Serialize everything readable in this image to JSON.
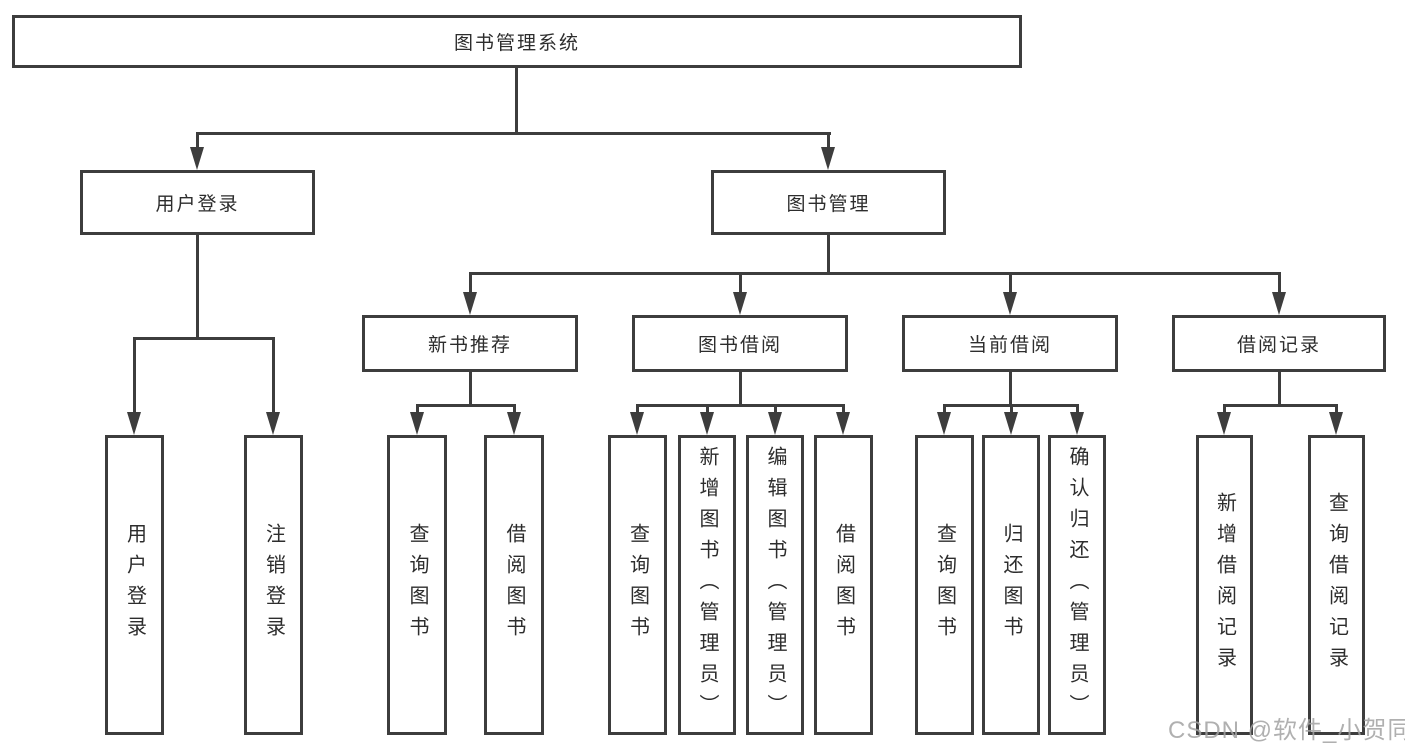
{
  "diagram_title": "图书管理系统",
  "nodes": {
    "root": "图书管理系统",
    "level2": {
      "user_login": "用户登录",
      "book_mgmt": "图书管理"
    },
    "user_login_children": [
      "用户登录",
      "注销登录"
    ],
    "groups": [
      {
        "label": "新书推荐",
        "children": [
          "查询图书",
          "借阅图书"
        ]
      },
      {
        "label": "图书借阅",
        "children": [
          "查询图书",
          "新增图书（管理员）",
          "编辑图书（管理员）",
          "借阅图书"
        ]
      },
      {
        "label": "当前借阅",
        "children": [
          "查询图书",
          "归还图书",
          "确认归还（管理员）"
        ]
      },
      {
        "label": "借阅记录",
        "children": [
          "新增借阅记录",
          "查询借阅记录"
        ]
      }
    ]
  },
  "watermark": "CSDN @软件_小贺同学",
  "colors": {
    "line": "#3d3d3d",
    "text": "#2d2d2d",
    "watermark": "#a2a2a2",
    "background": "#ffffff"
  }
}
